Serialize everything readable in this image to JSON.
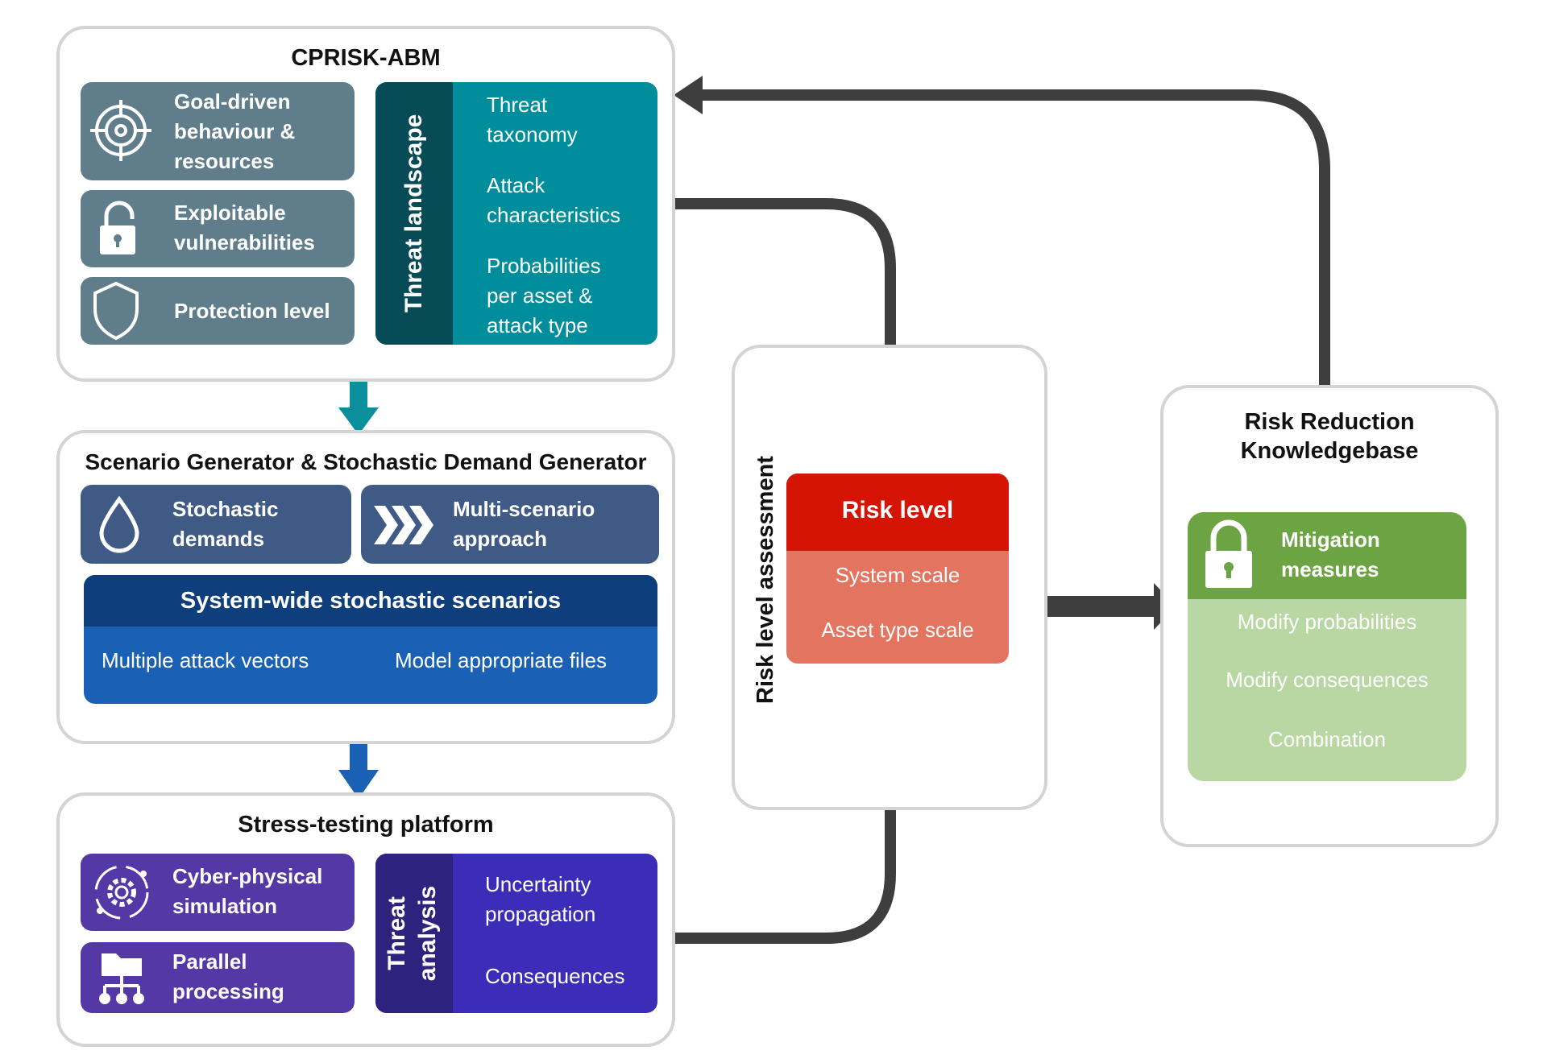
{
  "cprisk": {
    "title": "CPRISK-ABM",
    "goal": [
      "Goal-driven",
      "behaviour &",
      "resources"
    ],
    "vuln": [
      "Exploitable",
      "vulnerabilities"
    ],
    "protection": "Protection level",
    "threat_landscape": "Threat landscape",
    "tl_items": [
      [
        "Threat",
        "taxonomy"
      ],
      [
        "Attack",
        "characteristics"
      ],
      [
        "Probabilities",
        "per asset &",
        "attack type"
      ]
    ]
  },
  "scenario": {
    "title": "Scenario Generator & Stochastic Demand Generator",
    "stochastic": [
      "Stochastic",
      "demands"
    ],
    "multi": [
      "Multi-scenario",
      "approach"
    ],
    "system_wide": "System-wide stochastic scenarios",
    "vectors": "Multiple attack vectors",
    "files": "Model appropriate files"
  },
  "stress": {
    "title": "Stress-testing platform",
    "cyber": [
      "Cyber-physical",
      "simulation"
    ],
    "parallel": [
      "Parallel",
      "processing"
    ],
    "threat_analysis": [
      "Threat",
      "analysis"
    ],
    "uncertainty": [
      "Uncertainty",
      "propagation"
    ],
    "consequences": "Consequences"
  },
  "risk": {
    "side_label": "Risk level assessment",
    "title": "Risk level",
    "system_scale": "System scale",
    "asset_scale": "Asset type scale"
  },
  "rrk": {
    "title": [
      "Risk Reduction",
      "Knowledgebase"
    ],
    "mitigation": [
      "Mitigation",
      "measures"
    ],
    "items": [
      "Modify probabilities",
      "Modify consequences",
      "Combination"
    ]
  },
  "colors": {
    "slate": "#5f7d8a",
    "teal": "#008e9c",
    "teal_dark": "#064b55",
    "navy_box": "#405a86",
    "blue_band": "#0e3e7c",
    "blue_body": "#1a61b6",
    "purple": "#5438a6",
    "purple2": "#3c2db8",
    "purple_dark": "#2d237f",
    "red": "#d61405",
    "salmon": "#e37560",
    "green": "#6da443",
    "green_light": "#b9d7a2",
    "arrow": "#3e3e3e"
  }
}
